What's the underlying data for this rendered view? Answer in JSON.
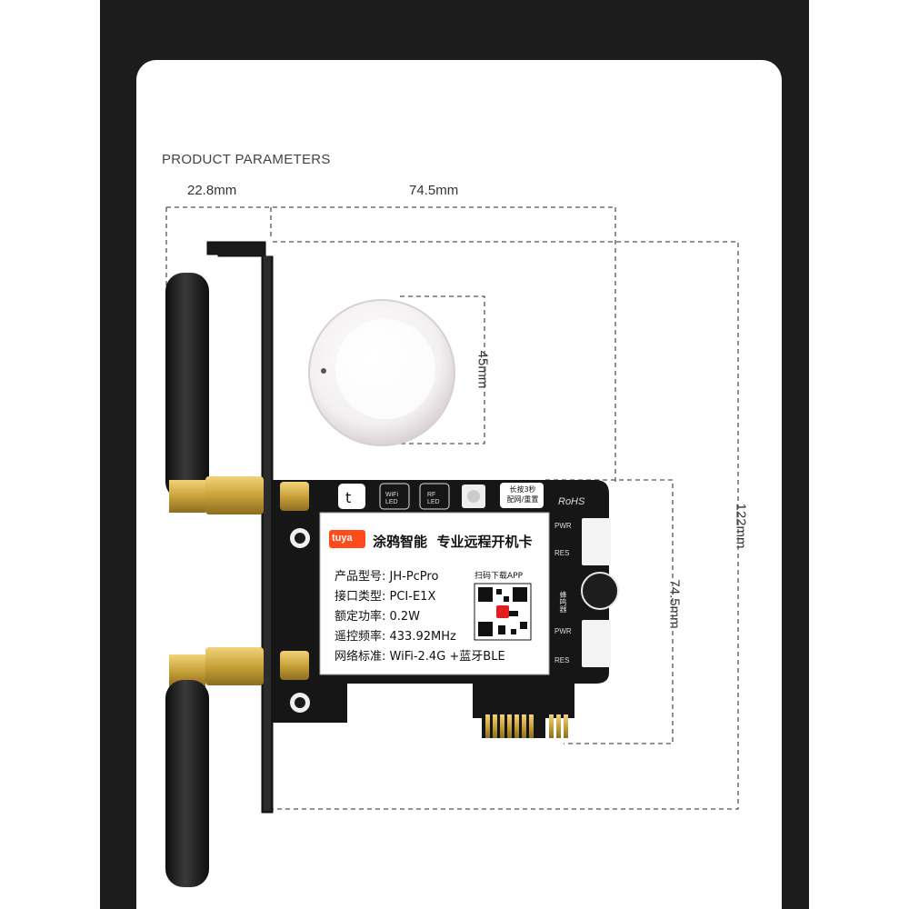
{
  "heading": "PRODUCT PARAMETERS",
  "dimensions": {
    "bracket_width": "22.8mm",
    "card_width": "74.5mm",
    "remote_diameter": "45mm",
    "total_height": "122mm",
    "card_height": "74.5mm"
  },
  "card": {
    "brand_logo": "tuya",
    "title": "涂鸦智能  专业远程开机卡",
    "specs": [
      "产品型号: JH-PcPro",
      "接口类型: PCI-E1X",
      "额定功率: 0.2W",
      "遥控频率: 433.92MHz",
      "网络标准: WiFi-2.4G +蓝牙BLE"
    ],
    "qr_caption": "扫码下载APP",
    "top_button_label_1": "长按3秒",
    "top_button_label_2": "配网/重置",
    "wifi_led": "WiFi LED",
    "rf_led": "RF LED",
    "rohs": "RoHS",
    "pwr_top": "PWR",
    "res_top": "RES",
    "pwr_bottom": "PWR",
    "res_bottom": "RES",
    "buzzer_label": "蜂鸣器"
  },
  "colors": {
    "frame": "#1c1c1c",
    "pcb": "#161616",
    "gold": "#c9a23a",
    "dashed": "#555555"
  }
}
